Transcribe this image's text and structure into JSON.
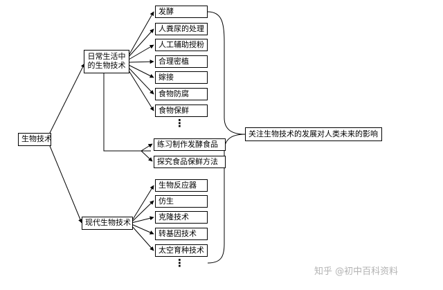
{
  "diagram": {
    "root": "生物技术",
    "daily": {
      "label_line1": "日常生活中",
      "label_line2": "的生物技术"
    },
    "daily_items": [
      "发酵",
      "人粪尿的处理",
      "人工辅助授粉",
      "合理密植",
      "嫁接",
      "食物防腐",
      "食物保鲜"
    ],
    "practice_items": [
      "练习制作发酵食品",
      "探究食品保鲜方法"
    ],
    "modern": "现代生物技术",
    "modern_items": [
      "生物反应器",
      "仿生",
      "克隆技术",
      "转基因技术",
      "太空育种技术"
    ],
    "target": "关注生物技术的发展对人类未来的影响",
    "ellipsis": "⋮"
  },
  "watermark": "知乎 @初中百科资料",
  "colors": {
    "line": "#000000",
    "watermark": "#b3b3b3"
  }
}
